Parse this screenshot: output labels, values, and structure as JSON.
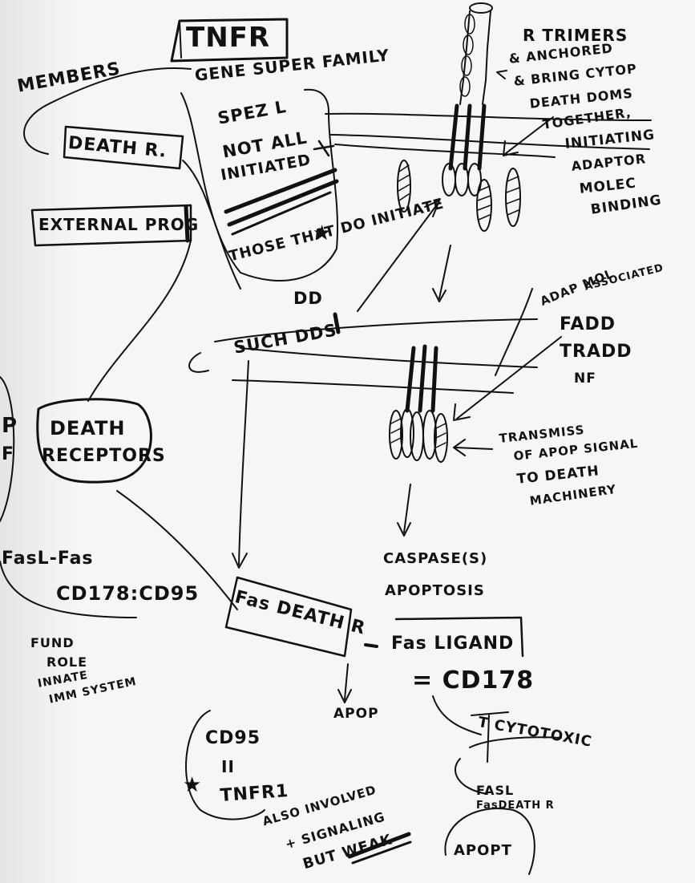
{
  "notes": {
    "tnfr": "TNFR",
    "members": "MEMBERS",
    "gene_super_family": "GENE SUPER FAMILY",
    "spez_l": "SPEZ L",
    "not_all_initiated": "NOT ALL",
    "initiated": "INITIATED",
    "death_r": "DEATH R.",
    "external_prog": "EXTERNAL PROG",
    "those_that_do": "THOSE THAT DO INITIATE",
    "dd": "DD",
    "such_dds": "SUCH DDS",
    "r_trimers": "R TRIMERS",
    "r_trimers_2": "& ANCHORED",
    "r_trimers_3": "& BRING CYTOP",
    "r_trimers_4": "DEATH DOMS",
    "r_trimers_5": "TOGETHER,",
    "initiating": "INITIATING",
    "adaptor": "ADAPTOR",
    "molec": "MOLEC",
    "binding": "BINDING",
    "adap_mol": "ADAP MOL",
    "associated": "ASSOCIATED",
    "fadd": "FADD",
    "tradd": "TRADD",
    "nf": "NF",
    "death_receptors_1": "DEATH",
    "death_receptors_2": "RECEPTORS",
    "transmission_1": "TRANSMISS",
    "transmission_2": "OF APOP SIGNAL",
    "transmission_3": "TO DEATH",
    "transmission_4": "MACHINERY",
    "caspases": "CASPASE(S)",
    "apoptosis": "APOPTOSIS",
    "fas_l_fas": "FasL-Fas",
    "cd178_cd95": "CD178:CD95",
    "fund_1": "FUND",
    "fund_2": "ROLE",
    "fund_3": "INNATE",
    "fund_4": "IMM SYSTEM",
    "fas_death_r": "Fas DEATH R",
    "fas_ligand": "Fas LIGAND",
    "eq_cd178": "= CD178",
    "apop_arrow": "APOP",
    "cd95": "CD95",
    "eq_sign": "II",
    "tnfr1": "TNFR1",
    "also_1": "ALSO INVOLVED",
    "also_2": "+ SIGNALING",
    "also_3": "BUT WEAK",
    "t_cytotoxic": "T CYTOTOXIC",
    "fasl": "FASL",
    "fas_death_r_small": "FasDEATH R",
    "apopt": "APOPT",
    "left_p": "P",
    "left_f": "F",
    "star": "★"
  }
}
